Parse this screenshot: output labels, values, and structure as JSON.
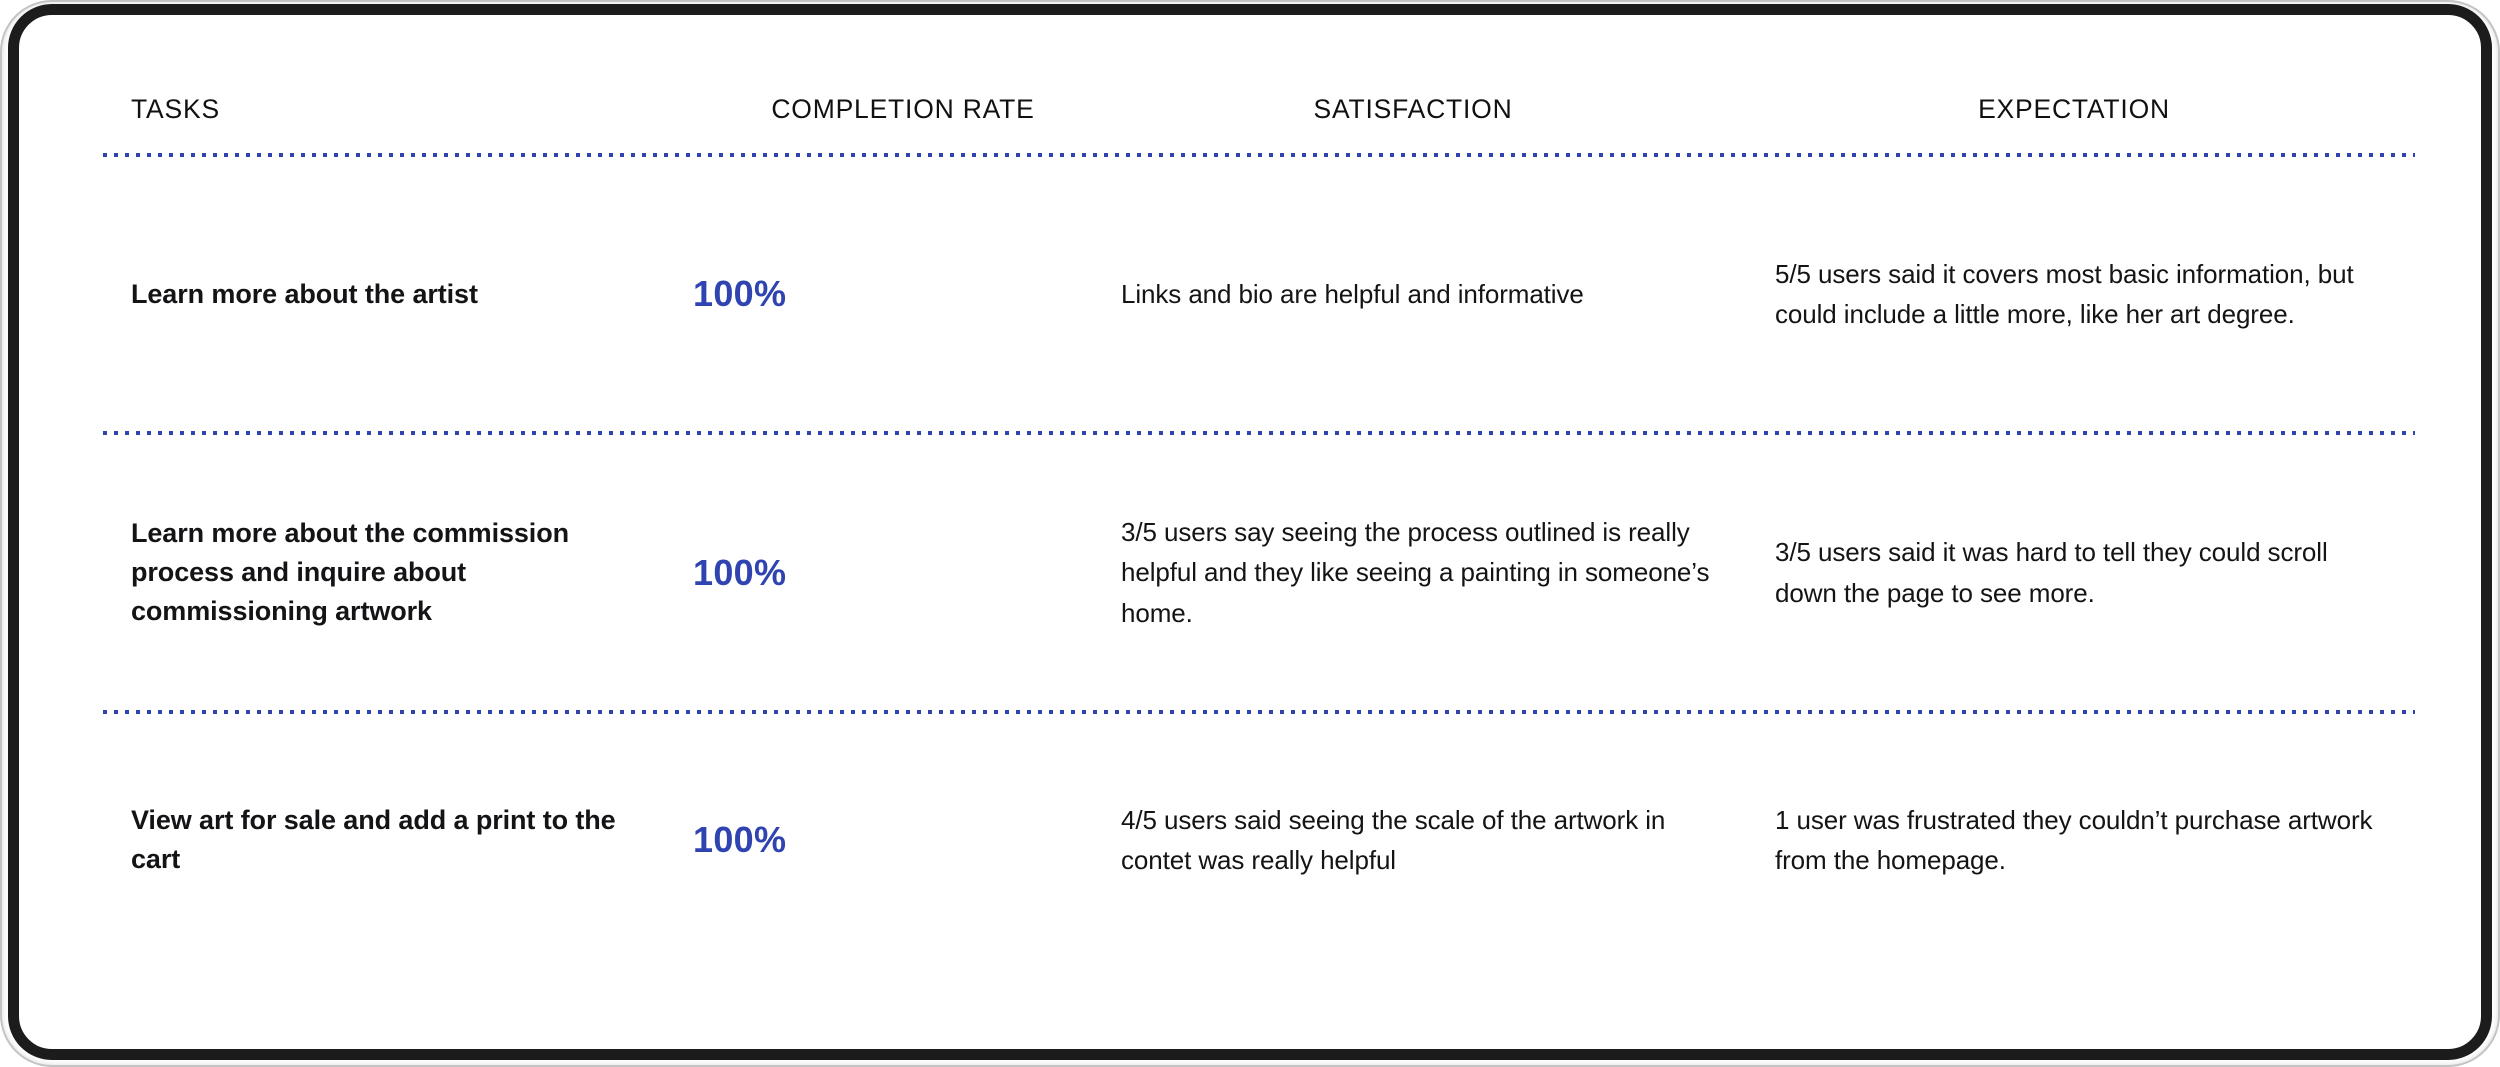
{
  "table": {
    "headers": {
      "tasks": "TASKS",
      "completion_rate": "COMPLETION RATE",
      "satisfaction": "SATISFACTION",
      "expectation": "EXPECTATION"
    },
    "rows": [
      {
        "task": "Learn more about the artist",
        "completion_rate": "100%",
        "satisfaction": "Links and bio are helpful and informative",
        "expectation": "5/5 users said it covers most basic information, but could include a little more, like her art degree."
      },
      {
        "task": "Learn more about the commission process and inquire about commissioning artwork",
        "completion_rate": "100%",
        "satisfaction": "3/5 users say seeing the process outlined is really helpful and they like seeing a painting in someone’s home.",
        "expectation": "3/5 users said it was hard to tell they could scroll down the page to see more."
      },
      {
        "task": "View art for sale and add a print to the cart",
        "completion_rate": "100%",
        "satisfaction": "4/5 users said seeing the scale of the artwork in contet was really helpful",
        "expectation": "1 user was frustrated they couldn’t purchase artwork from the homepage."
      }
    ]
  },
  "colors": {
    "accent_blue": "#2f44b0",
    "text_dark": "#141417",
    "frame_dark": "#1c1c1c",
    "background": "#ffffff"
  }
}
